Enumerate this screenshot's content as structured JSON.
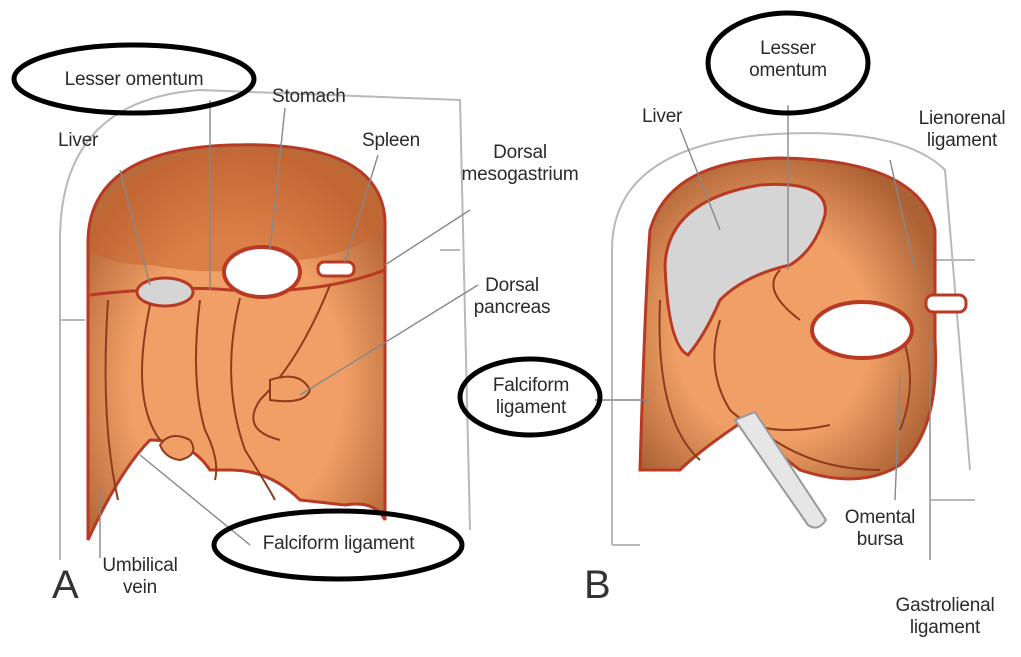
{
  "panels": {
    "a": {
      "letter": "A",
      "labels": {
        "lesser_omentum": "Lesser omentum",
        "stomach": "Stomach",
        "liver": "Liver",
        "spleen": "Spleen",
        "dorsal_mesogastrium": "Dorsal\nmesogastrium",
        "dorsal_pancreas": "Dorsal\npancreas",
        "umbilical_vein": "Umbilical\nvein",
        "falciform_ligament": "Falciform ligament"
      }
    },
    "b": {
      "letter": "B",
      "labels": {
        "lesser_omentum": "Lesser\nomentum",
        "liver": "Liver",
        "lienorenal_ligament": "Lienorenal\nligament",
        "falciform_ligament": "Falciform\nligament",
        "omental_bursa": "Omental\nbursa",
        "gastrolienal_ligament": "Gastrolienal\nligament"
      }
    }
  },
  "colors": {
    "tissue": "#f0a066",
    "tissue_dark": "#c9562a",
    "outline": "#b83a24",
    "organ_fill": "#d5d5d5",
    "highlight_ellipse": "#000000"
  }
}
